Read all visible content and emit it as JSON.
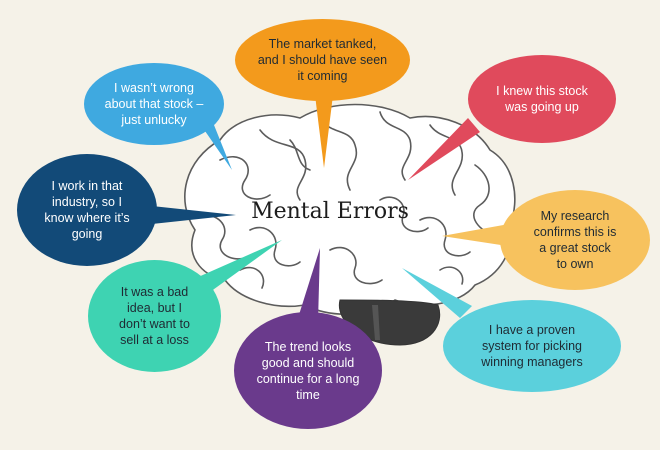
{
  "title": "Mental Errors",
  "bubbles": {
    "market": {
      "text": "The market tanked,\nand I should have seen\nit coming",
      "color": "#f39a1c"
    },
    "knew": {
      "text": "I knew this stock\nwas going up",
      "color": "#e04a5c"
    },
    "research": {
      "text": "My research\nconfirms this is\na great stock\nto own",
      "color": "#f7c25e"
    },
    "system": {
      "text": "I have a proven\nsystem for picking\nwinning managers",
      "color": "#5bd0dc"
    },
    "trend": {
      "text": "The trend looks\ngood and should\ncontinue for a long\ntime",
      "color": "#6a3a8c"
    },
    "badidea": {
      "text": "It was a bad\nidea, but I\ndon’t want to\nsell at a loss",
      "color": "#3ed3b2"
    },
    "industry": {
      "text": "I work in that\nindustry, so I\nknow where it’s\ngoing",
      "color": "#124a78"
    },
    "wrong": {
      "text": "I wasn’t wrong\nabout that stock –\njust unlucky",
      "color": "#3fa9e0"
    }
  }
}
